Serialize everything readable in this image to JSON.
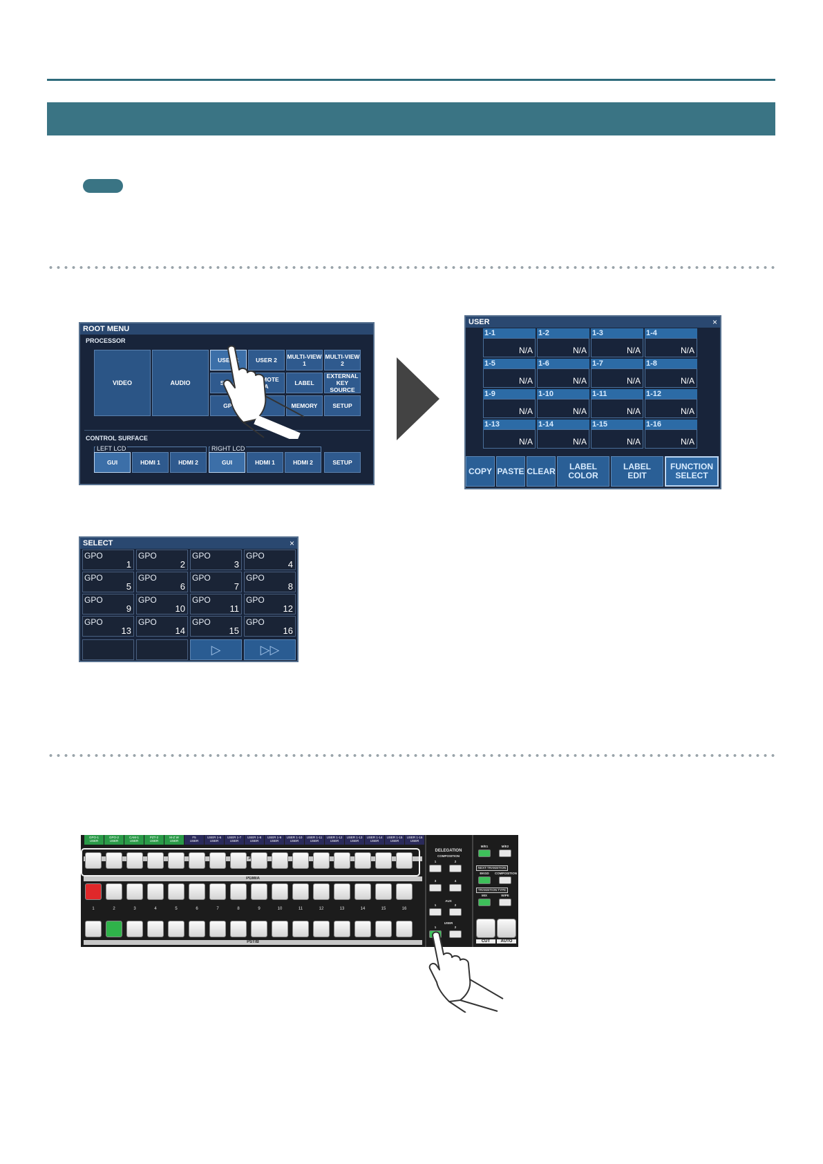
{
  "root_menu": {
    "title": "ROOT MENU",
    "processor_label": "PROCESSOR",
    "buttons": {
      "video": "VIDEO",
      "audio": "AUDIO",
      "user1": "USER 1",
      "user2": "USER 2",
      "multiview1": "MULTI-VIEW\n1",
      "multiview2": "MULTI-VIEW\n2",
      "still": "STILL",
      "remote": "REMOTE\nA",
      "label": "LABEL",
      "external_key": "EXTERNAL KEY\nSOURCE",
      "gpi": "GPI",
      "memory": "MEMORY",
      "setup": "SETUP"
    },
    "control_surface_label": "CONTROL SURFACE",
    "left_lcd": {
      "label": "LEFT LCD",
      "items": [
        "GUI",
        "HDMI 1",
        "HDMI 2"
      ]
    },
    "right_lcd": {
      "label": "RIGHT LCD",
      "items": [
        "GUI",
        "HDMI 1",
        "HDMI 2"
      ]
    },
    "surface_setup": "SETUP"
  },
  "user_screen": {
    "title": "USER",
    "close": "×",
    "cells": [
      {
        "label": "1-1",
        "value": "N/A"
      },
      {
        "label": "1-2",
        "value": "N/A"
      },
      {
        "label": "1-3",
        "value": "N/A"
      },
      {
        "label": "1-4",
        "value": "N/A"
      },
      {
        "label": "1-5",
        "value": "N/A"
      },
      {
        "label": "1-6",
        "value": "N/A"
      },
      {
        "label": "1-7",
        "value": "N/A"
      },
      {
        "label": "1-8",
        "value": "N/A"
      },
      {
        "label": "1-9",
        "value": "N/A"
      },
      {
        "label": "1-10",
        "value": "N/A"
      },
      {
        "label": "1-11",
        "value": "N/A"
      },
      {
        "label": "1-12",
        "value": "N/A"
      },
      {
        "label": "1-13",
        "value": "N/A"
      },
      {
        "label": "1-14",
        "value": "N/A"
      },
      {
        "label": "1-15",
        "value": "N/A"
      },
      {
        "label": "1-16",
        "value": "N/A"
      }
    ],
    "buttons": {
      "copy": "COPY",
      "paste": "PASTE",
      "clear": "CLEAR",
      "label_color": "LABEL\nCOLOR",
      "label_edit": "LABEL\nEDIT",
      "function_select": "FUNCTION\nSELECT"
    }
  },
  "select_screen": {
    "title": "SELECT",
    "close": "×",
    "cells": [
      {
        "type": "GPO",
        "num": "1"
      },
      {
        "type": "GPO",
        "num": "2"
      },
      {
        "type": "GPO",
        "num": "3"
      },
      {
        "type": "GPO",
        "num": "4"
      },
      {
        "type": "GPO",
        "num": "5"
      },
      {
        "type": "GPO",
        "num": "6"
      },
      {
        "type": "GPO",
        "num": "7"
      },
      {
        "type": "GPO",
        "num": "8"
      },
      {
        "type": "GPO",
        "num": "9"
      },
      {
        "type": "GPO",
        "num": "10"
      },
      {
        "type": "GPO",
        "num": "11"
      },
      {
        "type": "GPO",
        "num": "12"
      },
      {
        "type": "GPO",
        "num": "13"
      },
      {
        "type": "GPO",
        "num": "14"
      },
      {
        "type": "GPO",
        "num": "15"
      },
      {
        "type": "GPO",
        "num": "16"
      }
    ],
    "next": "▷",
    "fast_forward": "▷▷"
  },
  "panel": {
    "top_labels": [
      {
        "l1": "GPO-1",
        "l2": "USER",
        "green": true
      },
      {
        "l1": "GPO-2",
        "l2": "USER",
        "green": true
      },
      {
        "l1": "CAM-1",
        "l2": "USER",
        "green": true
      },
      {
        "l1": "PZT-2",
        "l2": "USER",
        "green": true
      },
      {
        "l1": "M-Z W",
        "l2": "USER",
        "green": true
      },
      {
        "l1": "F5",
        "l2": "USER",
        "green": false
      },
      {
        "l1": "USER 1-6",
        "l2": "USER",
        "green": false
      },
      {
        "l1": "USER 1-7",
        "l2": "USER",
        "green": false
      },
      {
        "l1": "USER 1-8",
        "l2": "USER",
        "green": false
      },
      {
        "l1": "USER 1-9",
        "l2": "USER",
        "green": false
      },
      {
        "l1": "USER 1-10",
        "l2": "USER",
        "green": false
      },
      {
        "l1": "USER 1-11",
        "l2": "USER",
        "green": false
      },
      {
        "l1": "USER 1-12",
        "l2": "USER",
        "green": false
      },
      {
        "l1": "USER 1-13",
        "l2": "USER",
        "green": false
      },
      {
        "l1": "USER 1-14",
        "l2": "USER",
        "green": false
      },
      {
        "l1": "USER 1-15",
        "l2": "USER",
        "green": false
      },
      {
        "l1": "USER 1-16",
        "l2": "USER",
        "green": false
      }
    ],
    "aux_label": "AUX",
    "pgm_label": "PGM/A",
    "pst_label": "PST/B",
    "numbers": [
      "1",
      "2",
      "3",
      "4",
      "5",
      "6",
      "7",
      "8",
      "9",
      "10",
      "11",
      "12",
      "13",
      "14",
      "15",
      "16"
    ],
    "delegation": {
      "title": "DELEGATION",
      "composition": "COMPOSITION",
      "aux": "AUX",
      "user": "USER",
      "n1": "1",
      "n2": "2",
      "n3": "3",
      "n4": "4"
    },
    "me1": "M/E1",
    "me2": "M/E2",
    "next_transition": "NEXT TRANSITION",
    "bkgd": "BKGD",
    "composition": "COMPOSITION",
    "transition_type": "TRANSITION TYPE",
    "mix": "MIX",
    "wipe": "WIPE",
    "cut": "CUT",
    "auto": "AUTO"
  }
}
